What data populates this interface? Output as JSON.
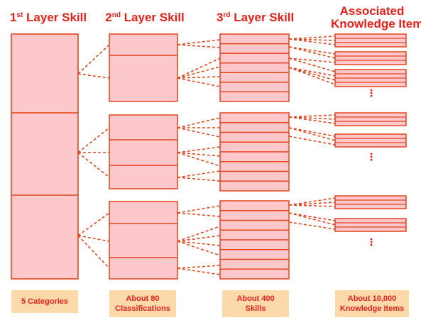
{
  "headers": {
    "layer1": {
      "num": "1",
      "sup": "st",
      "text": " Layer Skill"
    },
    "layer2": {
      "num": "2",
      "sup": "nd",
      "text": " Layer Skill"
    },
    "layer3": {
      "num": "3",
      "sup": "rd",
      "text": " Layer Skill"
    },
    "layer4": {
      "line1": "Associated",
      "line2": "Knowledge Items"
    }
  },
  "summaries": {
    "layer1": {
      "line1": "5 Categories"
    },
    "layer2": {
      "line1": "About 80",
      "line2": "Classifications"
    },
    "layer3": {
      "line1": "About 400",
      "line2": "Skills"
    },
    "layer4": {
      "line1": "About 10,000",
      "line2": "Knowledge Items"
    }
  },
  "ellipsis": "⋮",
  "colors": {
    "box_fill": "#fdc8cc",
    "line": "#e0461e",
    "header_text": "#e8201a",
    "summary_fill": "#fcd9a8"
  }
}
